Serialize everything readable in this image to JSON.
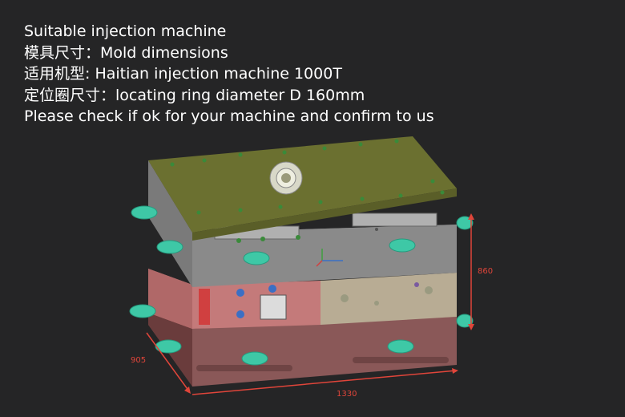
{
  "spec_lines": [
    "Suitable injection machine",
    "模具尺寸：Mold dimensions",
    "适用机型: Haitian injection machine 1000T",
    "定位圈尺寸：locating ring diameter  D 160mm",
    "Please check if ok for your machine and confirm to us"
  ],
  "dimensions": {
    "height": "860",
    "depth": "905",
    "width": "1330"
  },
  "colors": {
    "top_plate": "#6b7030",
    "cavity_plate": "#8a8a8a",
    "core_plate_pink": "#c47a7a",
    "core_plate_beige": "#b8ac94",
    "bottom_plate": "#8a5858",
    "eyebolt": "#3ec8a6",
    "dimension_line": "#e0453a"
  }
}
